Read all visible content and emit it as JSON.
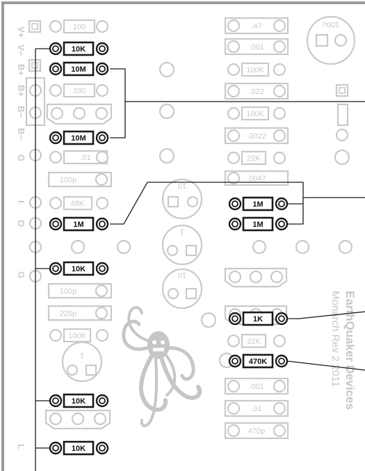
{
  "colors": {
    "ghost": "#c9c9c9",
    "ink": "#1a1a1a",
    "frame": "#9a9a9a",
    "background": "#ffffff"
  },
  "side_labels": [
    "V+",
    "V−",
    "B+",
    "B+",
    "B−",
    "B−",
    "G",
    "I",
    "O",
    "G",
    "L"
  ],
  "active_resistors": [
    "10K",
    "10M",
    "10M",
    "1M",
    "10K",
    "10K",
    "10K",
    "1M",
    "1M",
    "1K",
    "470K"
  ],
  "ghost_left_values": [
    "100",
    "330",
    ".01",
    "100p",
    "68K",
    "100p",
    "220p",
    "100K"
  ],
  "ghost_right_values": [
    ".47",
    ".001",
    "100K",
    ".022",
    "100K",
    ".0022",
    "22K",
    ".0047",
    "22K",
    ".001",
    ".01",
    "470p"
  ],
  "cap_markings": [
    "100u",
    "10",
    "1",
    "10",
    "1"
  ],
  "branding": {
    "name": "EarthQuaker Devices",
    "model": "Monarch Rev 2 2011"
  },
  "octopus_icon": "octopus-logo"
}
